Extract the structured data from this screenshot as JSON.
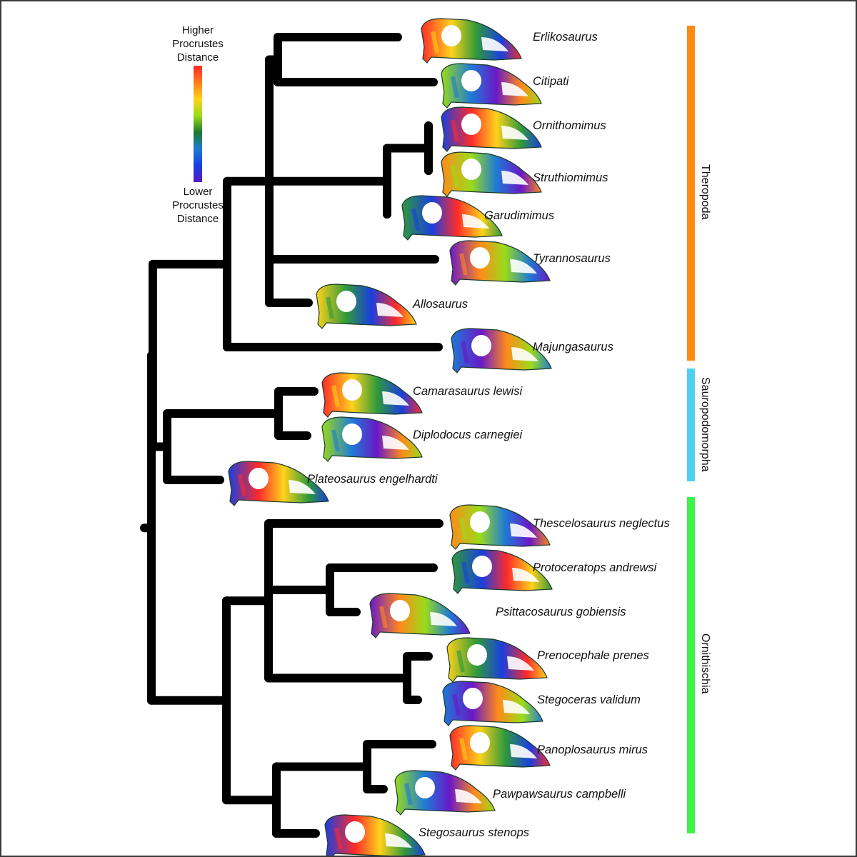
{
  "legend": {
    "top_label": [
      "Higher",
      "Procrustes",
      "Distance"
    ],
    "bottom_label": [
      "Lower",
      "Procrustes",
      "Distance"
    ],
    "gradient": [
      "#ff2a2a",
      "#ff7a1a",
      "#ffd21a",
      "#9bdc1a",
      "#1f7a2a",
      "#1e7ad6",
      "#1a3fe0",
      "#5a18c8"
    ]
  },
  "clades": [
    {
      "name": "Theropoda",
      "color": "#ff8a14"
    },
    {
      "name": "Sauropodomorpha",
      "color": "#4fd0f2"
    },
    {
      "name": "Ornithischia",
      "color": "#3ff24a"
    }
  ],
  "taxa": [
    {
      "name": "Erlikosaurus",
      "clade": "Theropoda"
    },
    {
      "name": "Citipati",
      "clade": "Theropoda"
    },
    {
      "name": "Ornithomimus",
      "clade": "Theropoda"
    },
    {
      "name": "Struthiomimus",
      "clade": "Theropoda"
    },
    {
      "name": "Garudimimus",
      "clade": "Theropoda"
    },
    {
      "name": "Tyrannosaurus",
      "clade": "Theropoda"
    },
    {
      "name": "Allosaurus",
      "clade": "Theropoda"
    },
    {
      "name": "Majungasaurus",
      "clade": "Theropoda"
    },
    {
      "name": "Camarasaurus lewisi",
      "clade": "Sauropodomorpha"
    },
    {
      "name": "Diplodocus carnegiei",
      "clade": "Sauropodomorpha"
    },
    {
      "name": "Plateosaurus engelhardti",
      "clade": "Sauropodomorpha"
    },
    {
      "name": "Thescelosaurus neglectus",
      "clade": "Ornithischia"
    },
    {
      "name": "Protoceratops andrewsi",
      "clade": "Ornithischia"
    },
    {
      "name": "Psittacosaurus gobiensis",
      "clade": "Ornithischia"
    },
    {
      "name": "Prenocephale prenes",
      "clade": "Ornithischia"
    },
    {
      "name": "Stegoceras validum",
      "clade": "Ornithischia"
    },
    {
      "name": "Panoplosaurus mirus",
      "clade": "Ornithischia"
    },
    {
      "name": "Pawpawsaurus campbelli",
      "clade": "Ornithischia"
    },
    {
      "name": "Stegosaurus stenops",
      "clade": "Ornithischia"
    }
  ],
  "tree_newick": "(((((Erlikosaurus,Citipati),((Ornithomimus,Struthiomimus),Garudimimus),Tyrannosaurus,Allosaurus),Majungasaurus),((Camarasaurus lewisi,Diplodocus carnegiei),Plateosaurus engelhardti)),((Thescelosaurus neglectus,(Protoceratops andrewsi,Psittacosaurus gobiensis),(Prenocephale prenes,Stegoceras validum)),((Panoplosaurus mirus,Pawpawsaurus campbelli),Stegosaurus stenops)))"
}
